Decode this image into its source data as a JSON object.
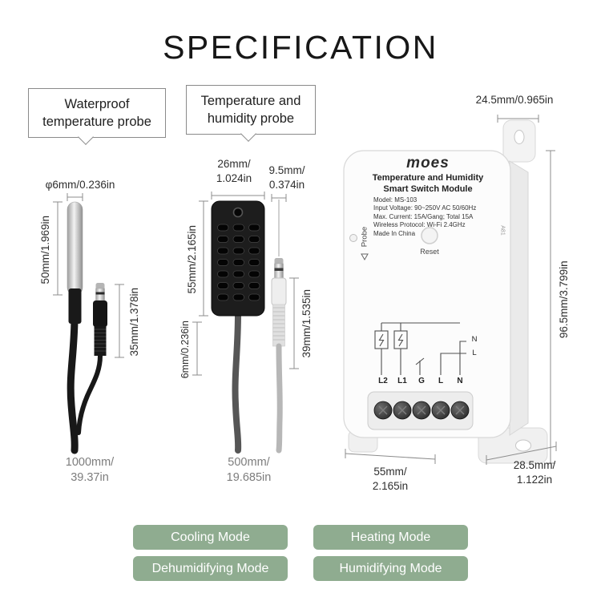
{
  "title": "SPECIFICATION",
  "callouts": {
    "probe1": "Waterproof\ntemperature probe",
    "probe2": "Temperature and\nhumidity probe"
  },
  "probe1": {
    "diameter": "φ6mm/0.236in",
    "length": "50mm/1.969in",
    "jack_length": "35mm/1.378in",
    "cable_length": "1000mm/\n39.37in"
  },
  "probe2": {
    "head_width": "26mm/\n1.024in",
    "head_depth": "9.5mm/\n0.374in",
    "head_height": "55mm/2.165in",
    "cable_diameter": "6mm/0.236in",
    "jack_length": "39mm/1.535in",
    "cable_length": "500mm/\n19.685in"
  },
  "device": {
    "brand": "moes",
    "product": "Temperature and Humidity\nSmart Switch Module",
    "specs": [
      "Model: MS-103",
      "Input Voltage: 90~250V AC 50/60Hz",
      "Max. Current: 15A/Gang; Total 15A",
      "Wireless Protocol: Wi-Fi 2.4GHz",
      "Made In China"
    ],
    "probe_port": "Probe",
    "reset_label": "Reset",
    "side_code": "A81",
    "wire_n": "N",
    "wire_l": "L",
    "terminals": [
      "L2",
      "L1",
      "G",
      "L",
      "N"
    ],
    "dim_top": "24.5mm/0.965in",
    "dim_height": "96.5mm/3.799in",
    "dim_width": "55mm/\n2.165in",
    "dim_depth": "28.5mm/\n1.122in"
  },
  "modes": {
    "cooling": "Cooling Mode",
    "heating": "Heating Mode",
    "dehumidifying": "Dehumidifying Mode",
    "humidifying": "Humidifying Mode"
  },
  "colors": {
    "mode_button": "#8fac90",
    "dimension_line": "#8c8c8c"
  }
}
